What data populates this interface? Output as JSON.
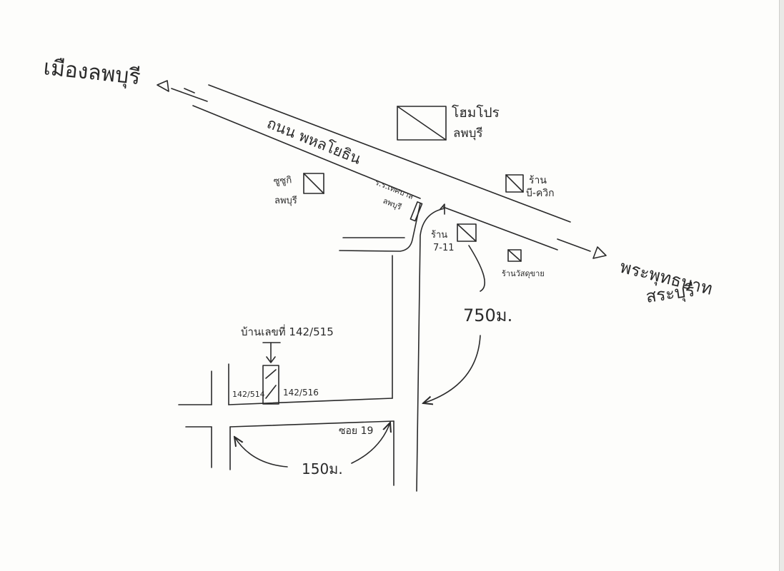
{
  "labels": {
    "to_lopburi_city": "เมืองลพบุรี",
    "to_phra_phutthabat": "พระพุทธบาท",
    "to_saraburi": "สระบุรี",
    "main_road": "ถนน พหลโยธิน",
    "homepro_line1": "โฮมโปร",
    "homepro_line2": "ลพบุรี",
    "suzuki_line1": "ซูซูกิ",
    "suzuki_line2": "ลพบุรี",
    "school_line1": "ร.ร.เทศบาล",
    "school_line2": "ลพบุรี",
    "bquik_line1": "ร้าน",
    "bquik_line2": "บี-ควิก",
    "seven_line1": "ร้าน",
    "seven_line2": "7-11",
    "shop": "ร้านวัสดุขาย",
    "house": "บ้านเลขที่ 142/515",
    "neighbor_left": "142/514",
    "neighbor_right": "142/516",
    "soi": "ซอย 19",
    "dist_750": "750ม.",
    "dist_150": "150ม."
  },
  "colors": {
    "ink": "#2a2a2a",
    "paper": "#fdfdfb"
  }
}
